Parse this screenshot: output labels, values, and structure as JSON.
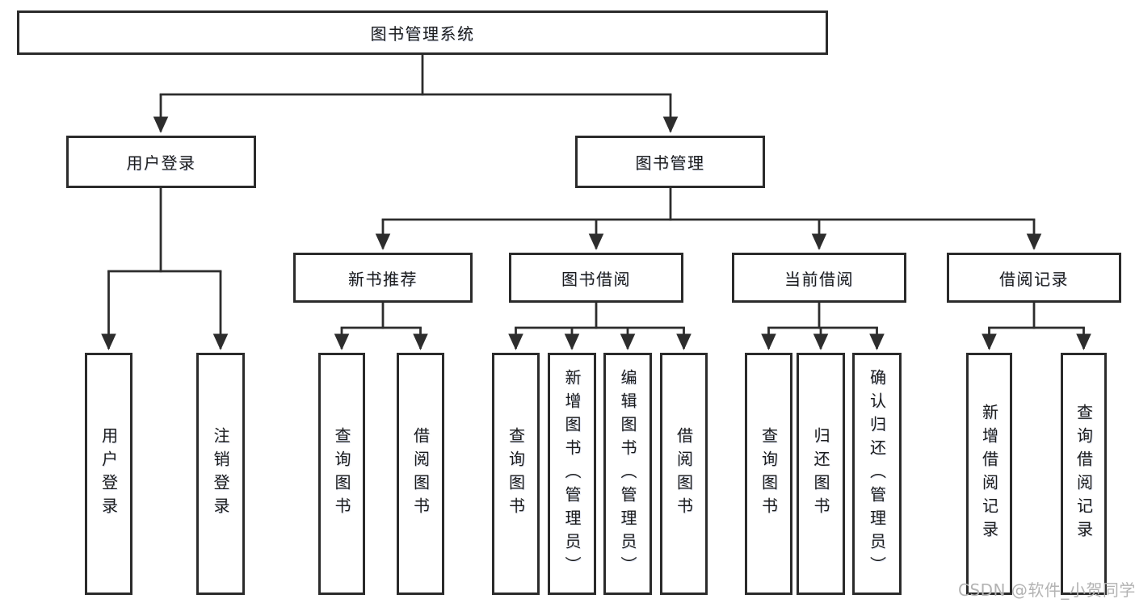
{
  "diagram": {
    "type": "hierarchy-tree",
    "nodes": {
      "root": {
        "label": "图书管理系统"
      },
      "user_login": {
        "label": "用户登录"
      },
      "book_mgmt": {
        "label": "图书管理"
      },
      "new_book_rec": {
        "label": "新书推荐"
      },
      "book_borrow": {
        "label": "图书借阅"
      },
      "current_borrow": {
        "label": "当前借阅"
      },
      "borrow_records": {
        "label": "借阅记录"
      },
      "leaf_user_login": {
        "label": "用户登录"
      },
      "leaf_logout": {
        "label": "注销登录"
      },
      "leaf_nb_query_book": {
        "label": "查询图书"
      },
      "leaf_nb_borrow_book": {
        "label": "借阅图书"
      },
      "leaf_bb_query_book": {
        "label": "查询图书"
      },
      "leaf_bb_add_book": {
        "label": "新增图书（管理员）"
      },
      "leaf_bb_edit_book": {
        "label": "编辑图书（管理员）"
      },
      "leaf_bb_borrow_book": {
        "label": "借阅图书"
      },
      "leaf_cb_query_book": {
        "label": "查询图书"
      },
      "leaf_cb_return_book": {
        "label": "归还图书"
      },
      "leaf_cb_confirm_return": {
        "label": "确认归还（管理员）"
      },
      "leaf_br_add_record": {
        "label": "新增借阅记录"
      },
      "leaf_br_query_record": {
        "label": "查询借阅记录"
      }
    },
    "hierarchy": {
      "root": [
        "user_login",
        "book_mgmt"
      ],
      "user_login": [
        "leaf_user_login",
        "leaf_logout"
      ],
      "book_mgmt": [
        "new_book_rec",
        "book_borrow",
        "current_borrow",
        "borrow_records"
      ],
      "new_book_rec": [
        "leaf_nb_query_book",
        "leaf_nb_borrow_book"
      ],
      "book_borrow": [
        "leaf_bb_query_book",
        "leaf_bb_add_book",
        "leaf_bb_edit_book",
        "leaf_bb_borrow_book"
      ],
      "current_borrow": [
        "leaf_cb_query_book",
        "leaf_cb_return_book",
        "leaf_cb_confirm_return"
      ],
      "borrow_records": [
        "leaf_br_add_record",
        "leaf_br_query_record"
      ]
    }
  },
  "watermark": {
    "text": "CSDN @软件_小贺同学"
  },
  "colors": {
    "line": "#2d2d2d",
    "box_border": "#2b2b2b",
    "box_background": "#ffffff",
    "text": "#1b1b1b",
    "watermark": "#b3b3b3",
    "page_background": "#ffffff"
  }
}
